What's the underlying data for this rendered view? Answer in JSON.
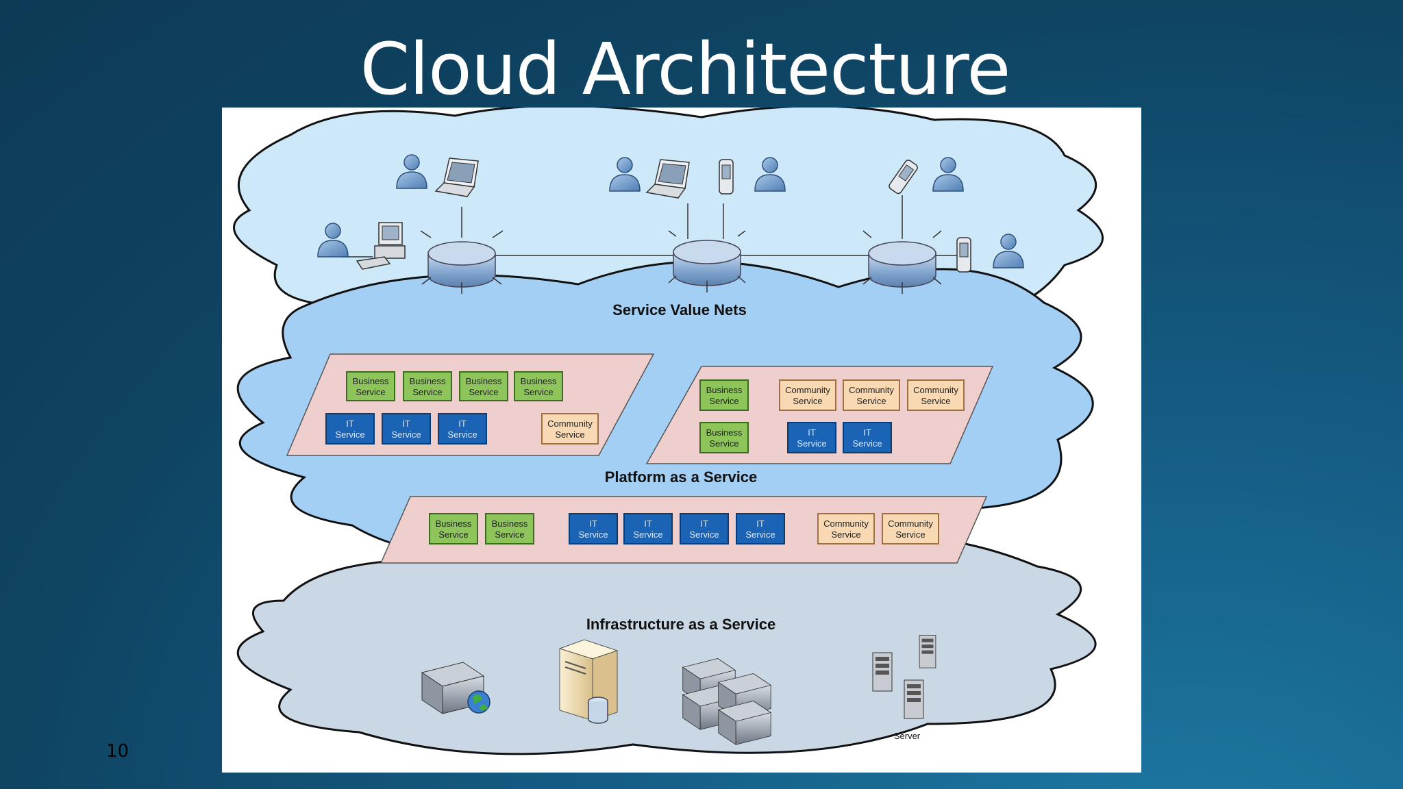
{
  "slide": {
    "title": "Cloud Architecture",
    "number": "10"
  },
  "layers": {
    "svn": {
      "label": "Service Value Nets"
    },
    "paas": {
      "label": "Platform as a Service",
      "group_a": {
        "row1": [
          "Business|Service",
          "Business|Service",
          "Business|Service",
          "Business|Service"
        ],
        "row2": [
          "IT|Service",
          "IT|Service",
          "IT|Service",
          "Community|Service"
        ]
      },
      "group_b": {
        "row1": [
          "Business|Service",
          "Community|Service",
          "Community|Service",
          "Community|Service"
        ],
        "row2": [
          "Business|Service",
          "IT|Service",
          "IT|Service"
        ]
      },
      "group_c": {
        "row": [
          "Business|Service",
          "Business|Service",
          "IT|Service",
          "IT|Service",
          "IT|Service",
          "IT|Service",
          "Community|Service",
          "Community|Service"
        ]
      }
    },
    "iaas": {
      "label": "Infrastructure as a Service",
      "server_label": "Server"
    }
  },
  "colors": {
    "business": "#8dc55a",
    "it": "#1b63b4",
    "community": "#f8d9b4",
    "svn_cloud": "#cde8f8",
    "paas_cloud": "#a3cff4",
    "iaas_cloud": "#cad8e6",
    "platform": "#efcfcd"
  }
}
